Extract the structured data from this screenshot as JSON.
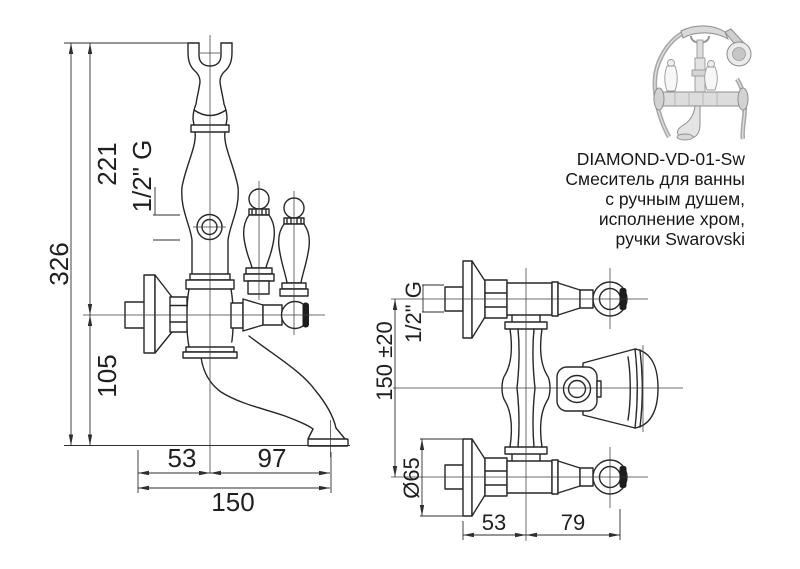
{
  "product": {
    "model": "DIAMOND-VD-01-Sw",
    "description_line_1": "Смеситель для ванны",
    "description_line_2": "с ручным душем,",
    "description_line_3": "исполнение хром,",
    "description_line_4": "ручки Swarovski"
  },
  "side_view": {
    "dim_overall_height_mm": "326",
    "dim_top_to_body_axis_mm": "221",
    "dim_body_axis_to_rim_mm": "105",
    "dim_shower_outlet_thread": "1/2\" G",
    "dim_wall_to_body_axis_mm": "53",
    "dim_body_axis_to_spout_mm": "97",
    "dim_total_projection_mm": "150"
  },
  "top_view": {
    "dim_supply_centers_mm": "150 ±20",
    "dim_supply_thread": "1/2\" G",
    "dim_escutcheon_diameter_mm": "Ø65",
    "dim_wall_to_body_axis_mm": "53",
    "dim_body_axis_to_handle_mm": "79"
  },
  "colors": {
    "line": "#272727",
    "background": "#ffffff"
  }
}
